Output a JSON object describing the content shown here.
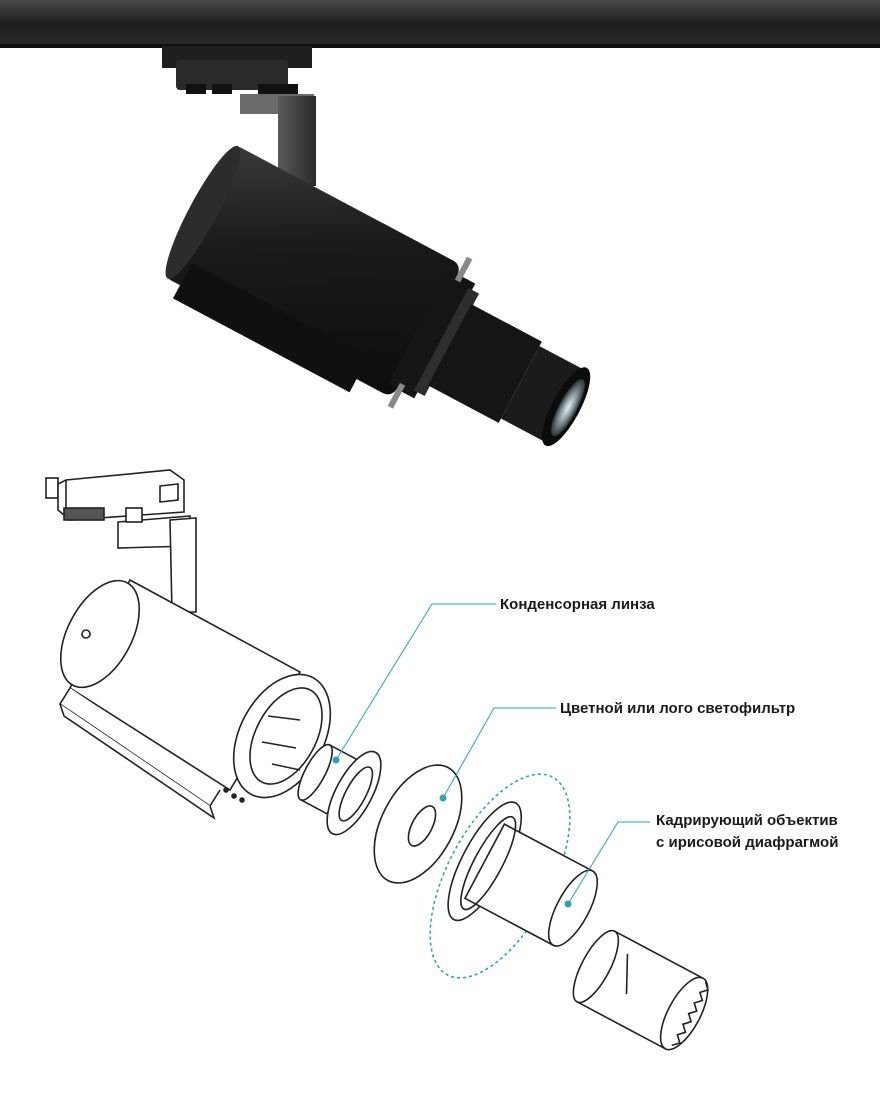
{
  "callouts": {
    "condenser": "Конденсорная линза",
    "filter": "Цветной или лого светофильтр",
    "lens_line1": "Кадрирующий объектив",
    "lens_line2": "с ирисовой диафрагмой"
  },
  "colors": {
    "leader": "#2aa7ad",
    "body_dark": "#1c1c1c",
    "line_art": "#222222"
  },
  "icons": {
    "photo": "track-spotlight-photo",
    "drawing": "exploded-line-drawing"
  }
}
